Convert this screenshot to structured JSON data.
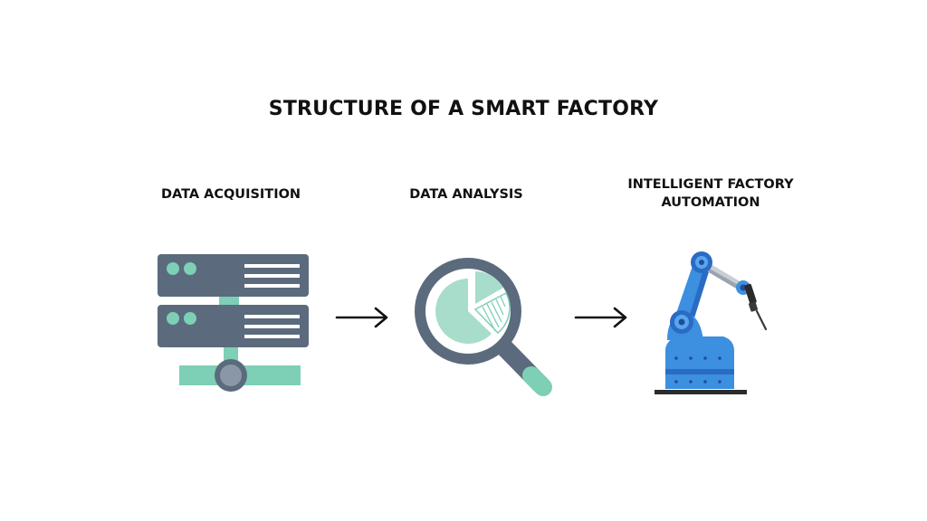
{
  "title": "STRUCTURE OF A SMART FACTORY",
  "stages": [
    {
      "lines": [
        "DATA ACQUISITION"
      ],
      "icon": "server-icon"
    },
    {
      "lines": [
        "DATA ANALYSIS"
      ],
      "icon": "magnifier-pie-chart-icon"
    },
    {
      "lines": [
        "INTELLIGENT FACTORY",
        "AUTOMATION"
      ],
      "icon": "robotic-arm-icon"
    }
  ],
  "arrows": [
    "arrow-right-icon",
    "arrow-right-icon"
  ],
  "colors": {
    "slate": "#5b6b7d",
    "teal": "#7dcfb6",
    "teal_light": "#a8dccb",
    "robot_blue": "#3d8fe0",
    "robot_dark": "#2a6bc4",
    "text": "#111111"
  }
}
